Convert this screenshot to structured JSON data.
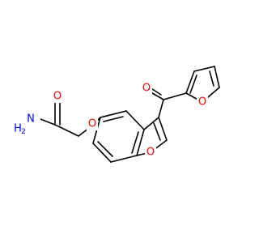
{
  "colors": {
    "bond": "#000000",
    "oxygen": "#ff0000",
    "nitrogen": "#0000ff",
    "background": "#ffffff"
  },
  "atoms": {
    "amide_oxygen": "O",
    "amide_nitrogen": "N",
    "amide_hydrogen": "H",
    "amide_hydrogen_count": "2",
    "ether_oxygen": "O",
    "ketone_oxygen": "O",
    "furan_oxygen": "O",
    "benzofuran_oxygen": "O"
  }
}
